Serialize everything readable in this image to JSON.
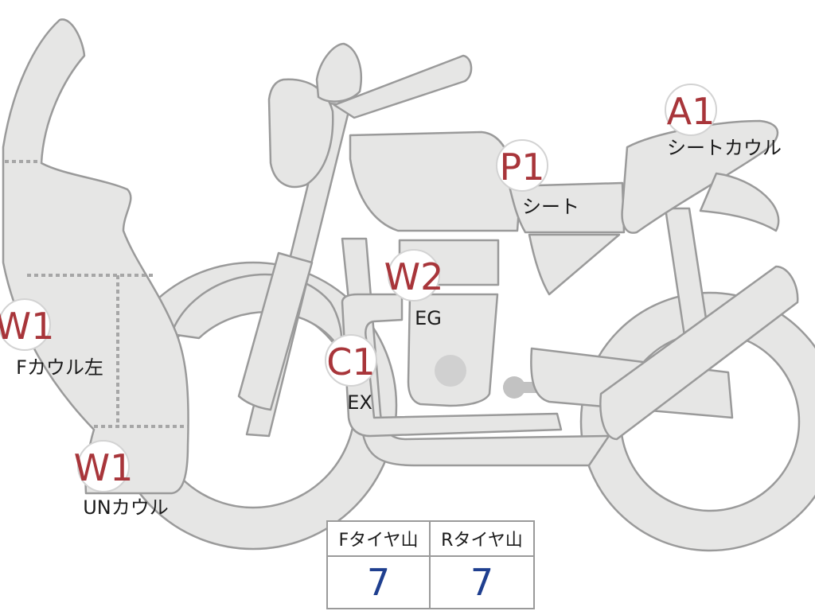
{
  "diagram": {
    "markers": [
      {
        "id": "a1",
        "code": "A1",
        "label": "シートカウル"
      },
      {
        "id": "p1",
        "code": "P1",
        "label": "シート"
      },
      {
        "id": "w2",
        "code": "W2",
        "label": "EG"
      },
      {
        "id": "c1",
        "code": "C1",
        "label": "EX"
      },
      {
        "id": "w1-f",
        "code": "W1",
        "label": "Fカウル左"
      },
      {
        "id": "w1-un",
        "code": "W1",
        "label": "UNカウル"
      }
    ]
  },
  "tread_table": {
    "headers": [
      "Fタイヤ山",
      "Rタイヤ山"
    ],
    "values": [
      "7",
      "7"
    ]
  }
}
